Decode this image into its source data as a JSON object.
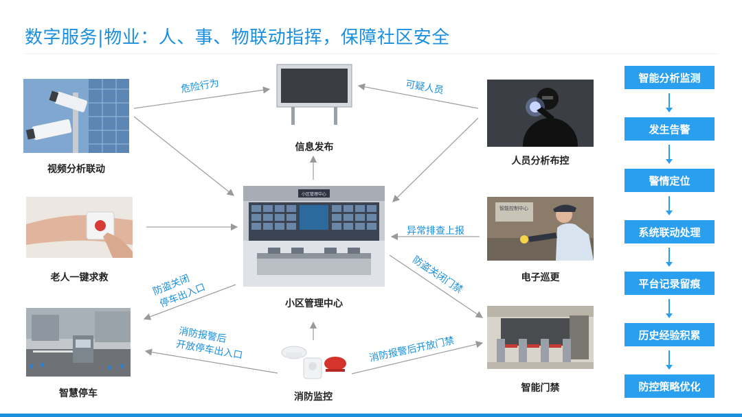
{
  "title": "数字服务|物业：人、事、物联动指挥，保障社区安全",
  "nodes": {
    "video_analysis": "视频分析联动",
    "info_release": "信息发布",
    "person_analysis": "人员分析布控",
    "elderly_sos": "老人一键求救",
    "center": "小区管理中心",
    "patrol": "电子巡更",
    "smart_parking": "智慧停车",
    "fire_monitor": "消防监控",
    "smart_gate": "智能门禁"
  },
  "edges": {
    "danger_behavior": "危险行为",
    "suspicious_person": "可疑人员",
    "abnormal_report": "异常排查上报",
    "theft_close_gate": "防盗关闭门禁",
    "theft_close_parking_1": "防盗关闭",
    "theft_close_parking_2": "停车出入口",
    "fire_open_parking_1": "消防报警后",
    "fire_open_parking_2": "开放停车出入口",
    "fire_open_gate": "消防报警后开放门禁"
  },
  "screen_title": "小区管理中心",
  "gate_sign": "智能控制中心",
  "flow": [
    "智能分析监测",
    "发生告警",
    "警情定位",
    "系统联动处理",
    "平台记录留痕",
    "历史经验积累",
    "防控策略优化"
  ],
  "colors": {
    "accent": "#1a8fe0",
    "step": "#2a9ff0",
    "arrow": "#999999"
  }
}
